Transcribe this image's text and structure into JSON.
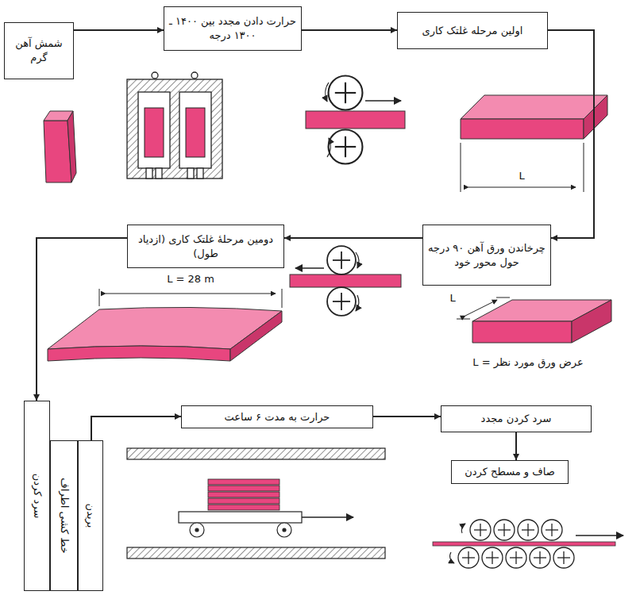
{
  "diagram": {
    "nodes": [
      {
        "text": [
          "شمش آهن گرم"
        ]
      },
      {
        "text": [
          "حرارت دادن مجدد بین ۱۴۰۰ ـ ۱۳۰۰ درجه"
        ]
      },
      {
        "text": [
          "اولین مرحله غلتک کاری"
        ]
      },
      {
        "text": [
          "چرخاندن ورق آهن ۹۰ درجه حول محور خود"
        ]
      },
      {
        "text": [
          "دومین مرحلهٔ غلتک کاری (ازدیاد طول)"
        ]
      },
      {
        "text": [
          "سرد کردن"
        ]
      },
      {
        "text": [
          "خط کشی اطراف"
        ]
      },
      {
        "text": [
          "بریدن"
        ]
      },
      {
        "text": [
          "حرارت به مدت ۶ ساعت"
        ]
      },
      {
        "text": [
          "سرد کردن مجدد"
        ]
      },
      {
        "text": [
          "صاف و مسطح کردن"
        ]
      }
    ],
    "edges": [
      {
        "from": 0,
        "to": 1,
        "arrow": "to"
      },
      {
        "from": 1,
        "to": 2,
        "arrow": "to"
      },
      {
        "from": 2,
        "to": 3,
        "arrow": "to"
      },
      {
        "from": 3,
        "to": 4,
        "arrow": "to"
      },
      {
        "from": 4,
        "to": 5,
        "arrow": "to"
      },
      {
        "from": 7,
        "to": 8,
        "arrow": "to"
      },
      {
        "from": 8,
        "to": 9,
        "arrow": "to"
      },
      {
        "from": 9,
        "to": 10,
        "arrow": "to"
      }
    ],
    "labels": [
      "L",
      "L = 28 m",
      "L",
      "عرض ورق مورد نظر = L"
    ]
  }
}
